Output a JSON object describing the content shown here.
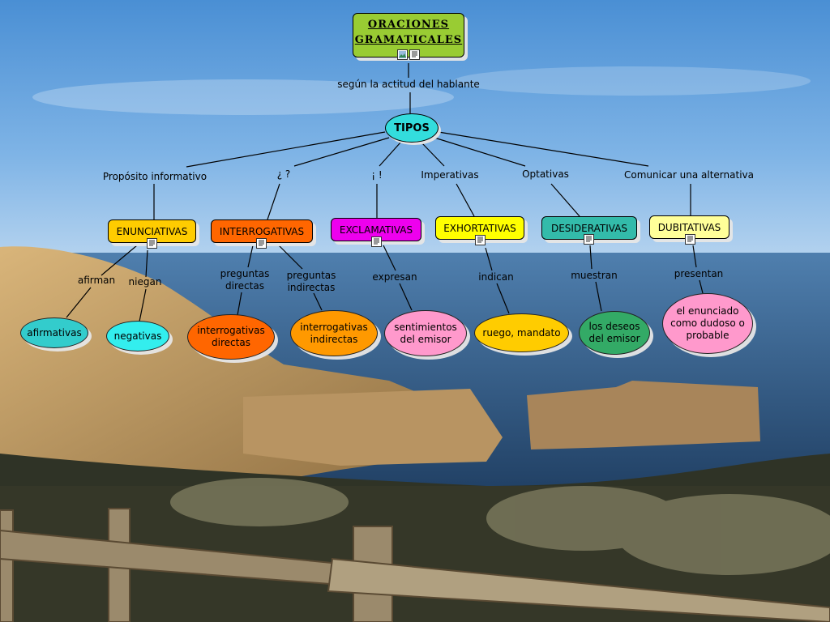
{
  "title": {
    "line1": "ORACIONES",
    "line2": "GRAMATICALES",
    "icons": [
      "image-icon",
      "document-icon"
    ]
  },
  "root_link": "según la actitud del hablante",
  "center": {
    "label": "TIPOS",
    "color": "#33dddd"
  },
  "branches": [
    {
      "link": "Propósito informativo",
      "type": "ENUNCIATIVAS",
      "color": "#ffcc00",
      "children": [
        {
          "link": "afirman",
          "label": "afirmativas",
          "color": "#33cccc"
        },
        {
          "link": "niegan",
          "label": "negativas",
          "color": "#33eeee"
        }
      ]
    },
    {
      "link": "¿ ?",
      "type": "INTERROGATIVAS",
      "color": "#ff6600",
      "children": [
        {
          "link": "preguntas directas",
          "label": "interrogativas directas",
          "color": "#ff6600"
        },
        {
          "link": "preguntas indirectas",
          "label": "interrogativas indirectas",
          "color": "#ff9900"
        }
      ]
    },
    {
      "link": "¡ !",
      "type": "EXCLAMATIVAS",
      "color": "#ee00ee",
      "children": [
        {
          "link": "expresan",
          "label": "sentimientos del emisor",
          "color": "#ff99cc"
        }
      ]
    },
    {
      "link": "Imperativas",
      "type": "EXHORTATIVAS",
      "color": "#ffff00",
      "children": [
        {
          "link": "indican",
          "label": "ruego, mandato",
          "color": "#ffcc00"
        }
      ]
    },
    {
      "link": "Optativas",
      "type": "DESIDERATIVAS",
      "color": "#33bbaa",
      "children": [
        {
          "link": "muestran",
          "label": "los deseos del emisor",
          "color": "#33aa66"
        }
      ]
    },
    {
      "link": "Comunicar una alternativa",
      "type": "DUBITATIVAS",
      "color": "#ffff99",
      "children": [
        {
          "link": "presentan",
          "label": "el enunciado como dudoso o probable",
          "color": "#ff99cc"
        }
      ]
    }
  ],
  "node_icon": "document-icon"
}
